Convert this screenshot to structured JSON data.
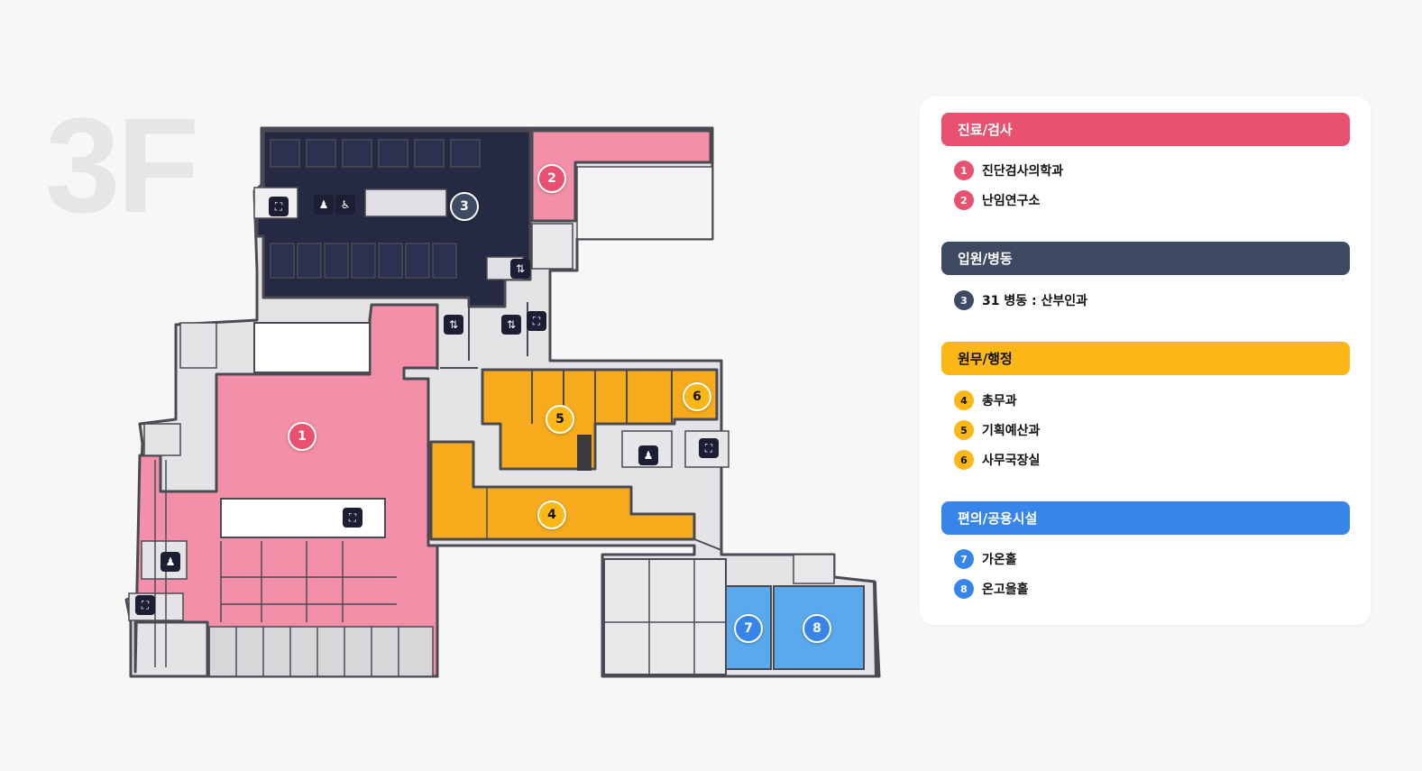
{
  "floor": "3F",
  "colors": {
    "pink": "#e8516f",
    "pinkRoom": "#f38fa8",
    "navy": "#3e4a62",
    "navyRoom": "#252a42",
    "amber": "#fbb716",
    "amberRoom": "#f6aa1c",
    "blue": "#3785e8",
    "blueRoom": "#5aa9ec",
    "corridor": "#e4e4e7",
    "wall": "#4a4b52"
  },
  "markers": [
    {
      "num": "1",
      "category": "pink"
    },
    {
      "num": "2",
      "category": "pink"
    },
    {
      "num": "3",
      "category": "navy"
    },
    {
      "num": "4",
      "category": "amber"
    },
    {
      "num": "5",
      "category": "amber"
    },
    {
      "num": "6",
      "category": "amber"
    },
    {
      "num": "7",
      "category": "blue"
    },
    {
      "num": "8",
      "category": "blue"
    }
  ],
  "facilities": {
    "stairs": "stairs-icon",
    "restroom": "restroom-icon",
    "accessible": "wheelchair-icon",
    "elevator": "elevator-icon"
  },
  "legend": {
    "categories": [
      {
        "title": "진료/검사",
        "color": "pink",
        "items": [
          {
            "num": "1",
            "label": "진단검사의학과"
          },
          {
            "num": "2",
            "label": "난임연구소"
          }
        ]
      },
      {
        "title": "입원/병동",
        "color": "navy",
        "items": [
          {
            "num": "3",
            "label": "31 병동 : 산부인과"
          }
        ]
      },
      {
        "title": "원무/행정",
        "color": "amber",
        "items": [
          {
            "num": "4",
            "label": "총무과"
          },
          {
            "num": "5",
            "label": "기획예산과"
          },
          {
            "num": "6",
            "label": "사무국장실"
          }
        ]
      },
      {
        "title": "편의/공용시설",
        "color": "blue",
        "items": [
          {
            "num": "7",
            "label": "가온홀"
          },
          {
            "num": "8",
            "label": "온고을홀"
          }
        ]
      }
    ]
  }
}
